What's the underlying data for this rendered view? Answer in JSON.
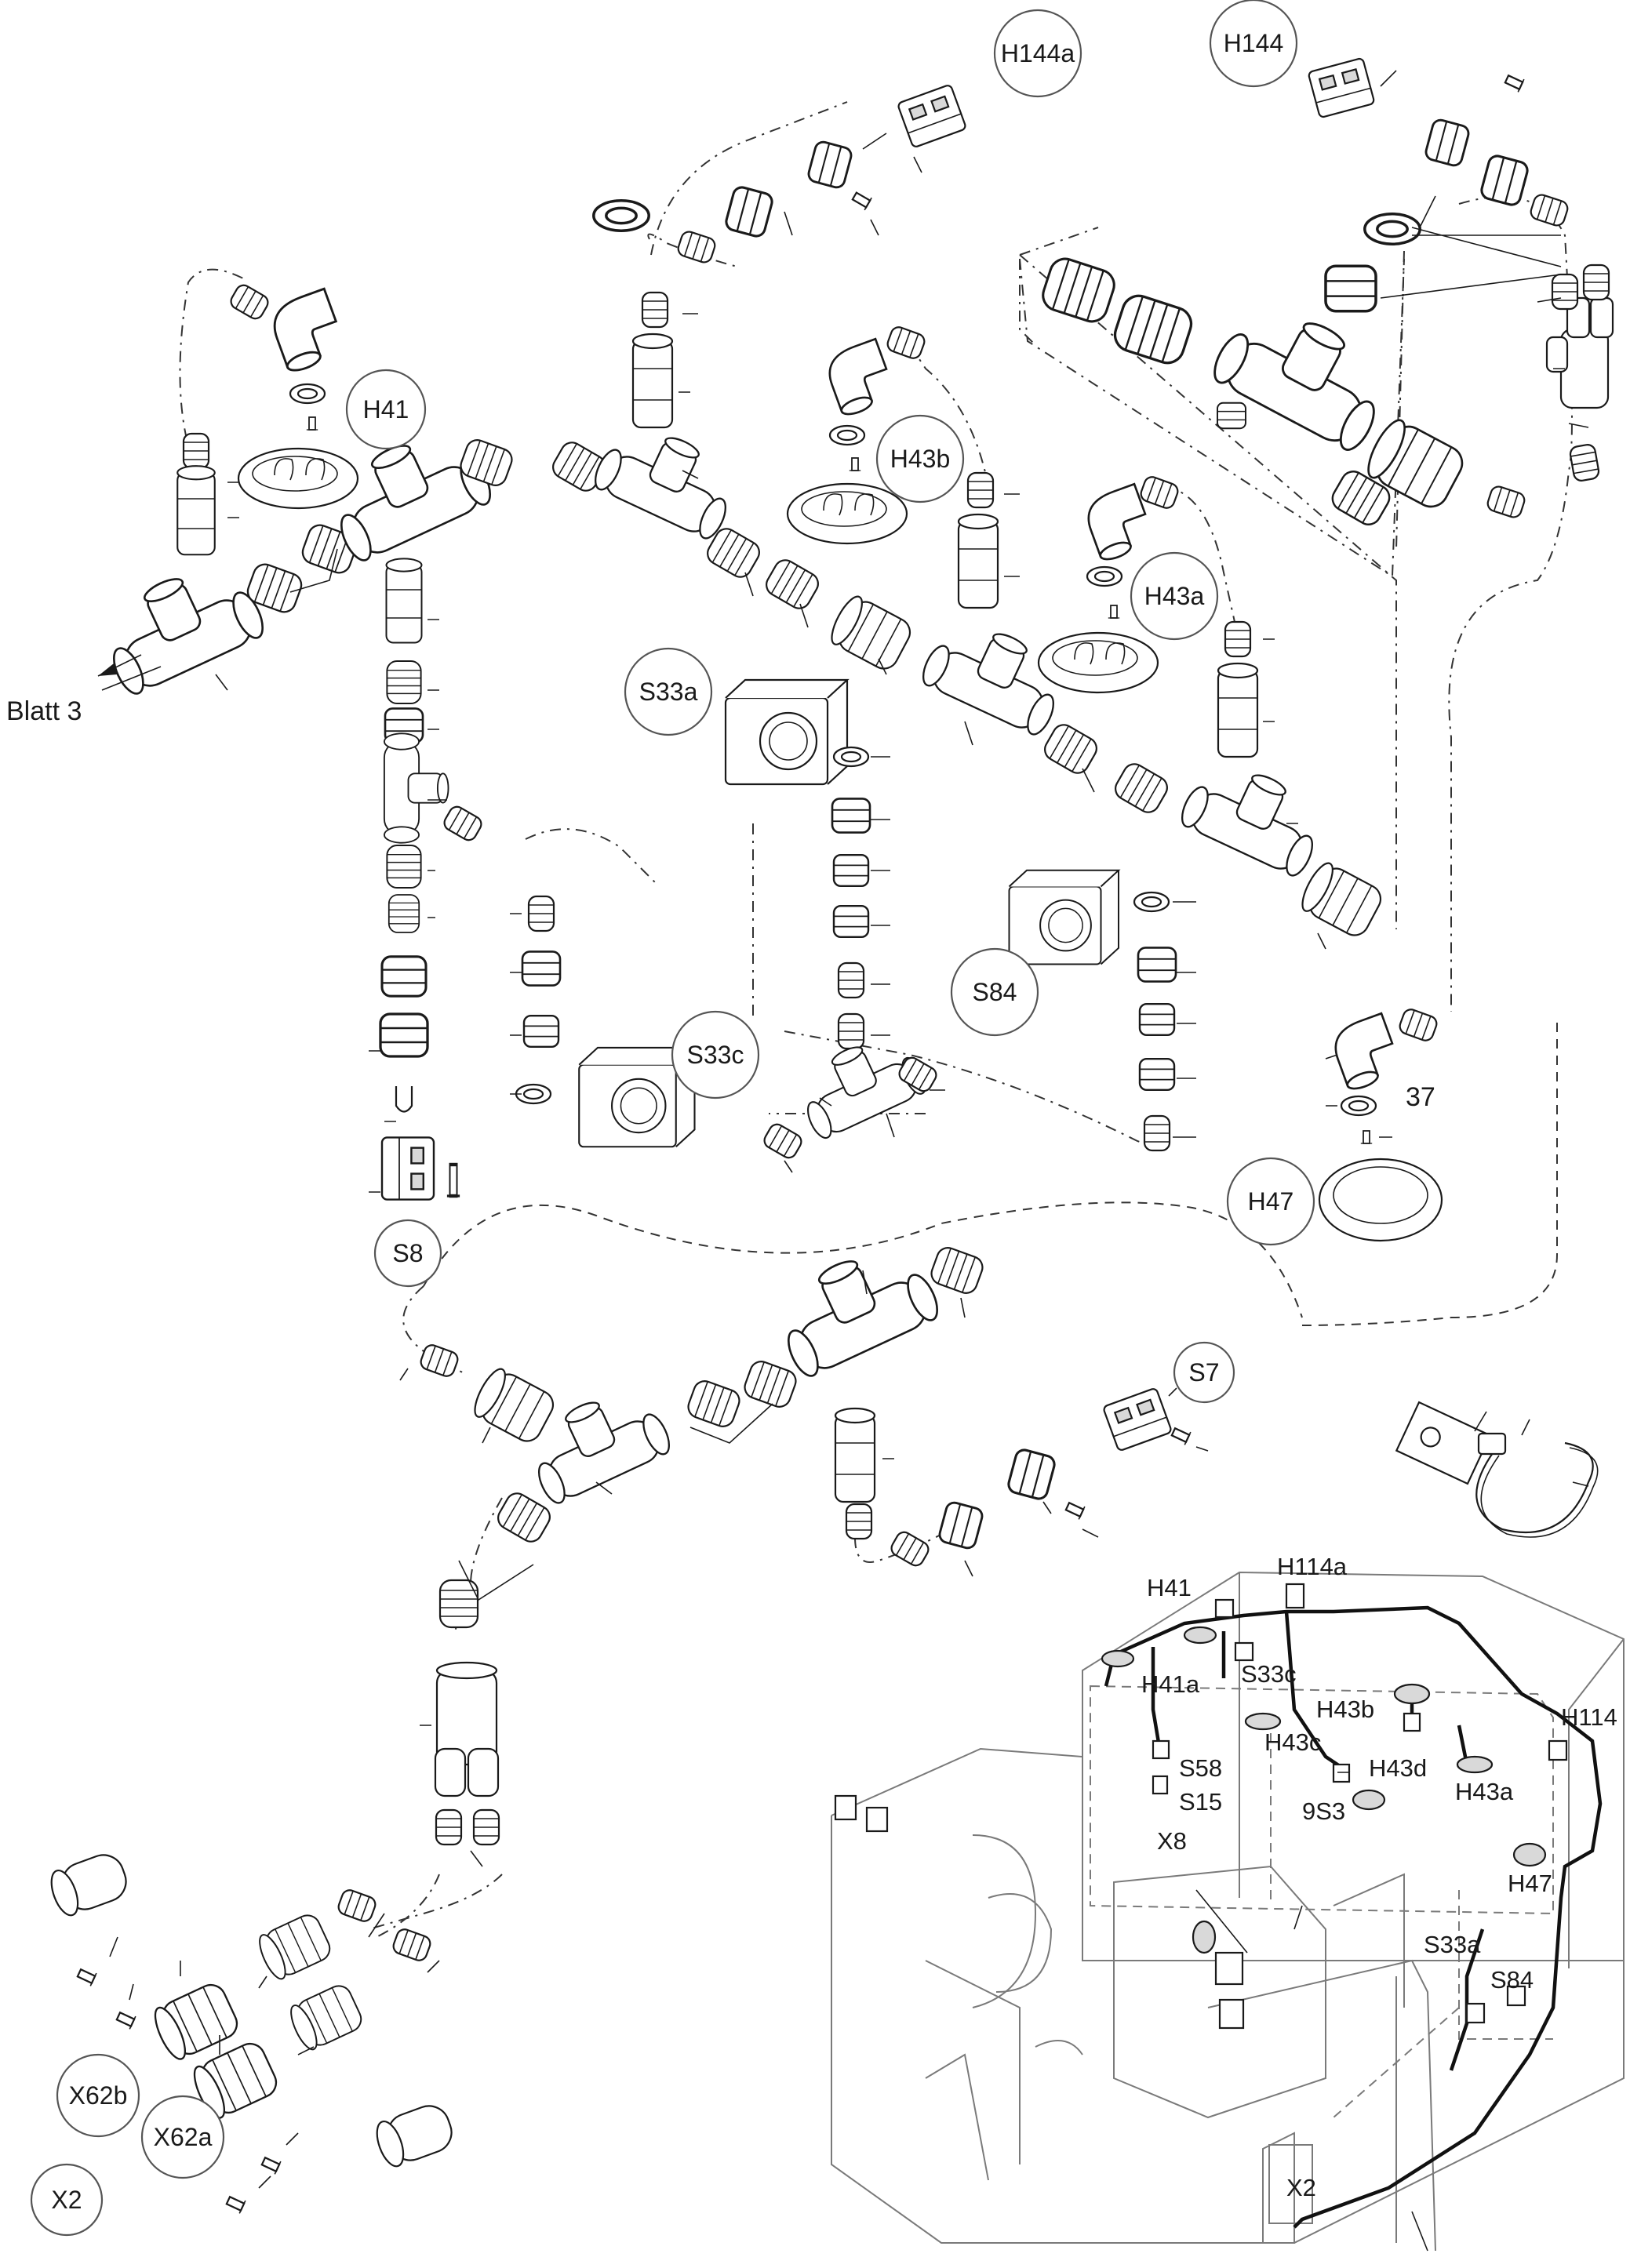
{
  "callouts": {
    "h144a": "H144a",
    "h144": "H144",
    "h41": "H41",
    "h43b": "H43b",
    "h43a": "H43a",
    "s33a": "S33a",
    "s84": "S84",
    "s33c": "S33c",
    "s8": "S8",
    "h47": "H47",
    "s7": "S7",
    "x62b": "X62b",
    "x62a": "X62a",
    "x2": "X2"
  },
  "labels": {
    "blatt3": "Blatt 3",
    "ref37": "37"
  },
  "vehicle_labels": {
    "h41": "H41",
    "h114a": "H114a",
    "h41a": "H41a",
    "s33c": "S33c",
    "h43b": "H43b",
    "h114": "H114",
    "h43c": "H43c",
    "s58": "S58",
    "h43d": "H43d",
    "h43a": "H43a",
    "s15": "S15",
    "x8": "X8",
    "9s3": "9S3",
    "h47": "H47",
    "s33a": "S33a",
    "s84": "S84",
    "x2": "X2"
  }
}
